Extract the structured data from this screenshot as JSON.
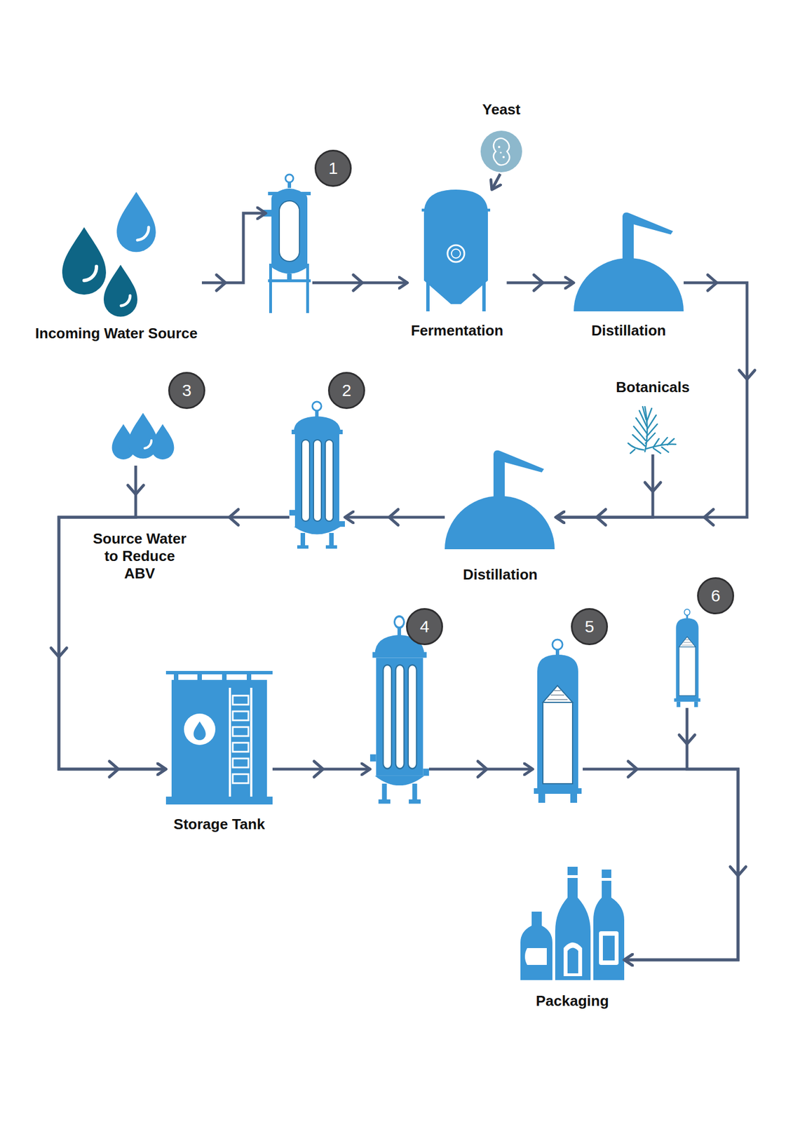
{
  "diagram": {
    "nodes": [
      {
        "text": [
          "Incoming Water Source"
        ]
      },
      {
        "text": [
          "1"
        ]
      },
      {
        "text": [
          "Yeast"
        ]
      },
      {
        "text": [
          "Fermentation"
        ]
      },
      {
        "text": [
          "Distillation"
        ]
      },
      {
        "text": [
          "Botanicals"
        ]
      },
      {
        "text": [
          "Distillation"
        ]
      },
      {
        "text": [
          "2"
        ]
      },
      {
        "text": [
          "3"
        ]
      },
      {
        "text": [
          "Storage Tank"
        ]
      },
      {
        "text": [
          "4"
        ]
      },
      {
        "text": [
          "5"
        ]
      },
      {
        "text": [
          "6"
        ]
      },
      {
        "text": [
          "Packaging"
        ]
      }
    ],
    "edges": [
      {
        "from": 0,
        "to": 1,
        "arrow": "to"
      },
      {
        "from": 1,
        "to": 3,
        "arrow": "to"
      },
      {
        "from": 2,
        "to": 3,
        "arrow": "to"
      },
      {
        "from": 3,
        "to": 4,
        "arrow": "to"
      },
      {
        "from": 4,
        "to": 6,
        "arrow": "to"
      },
      {
        "from": 5,
        "to": 6,
        "arrow": "to"
      },
      {
        "from": 6,
        "to": 7,
        "arrow": "to"
      },
      {
        "from": 7,
        "to": 9,
        "arrow": "to"
      },
      {
        "from": 8,
        "to": 9,
        "arrow": "to"
      },
      {
        "from": 9,
        "to": 10,
        "arrow": "to"
      },
      {
        "from": 10,
        "to": 11,
        "arrow": "to"
      },
      {
        "from": 11,
        "to": 13,
        "arrow": "to"
      },
      {
        "from": 12,
        "to": 13,
        "arrow": "to"
      }
    ],
    "labels": [
      "Source Water to Reduce ABV"
    ]
  }
}
